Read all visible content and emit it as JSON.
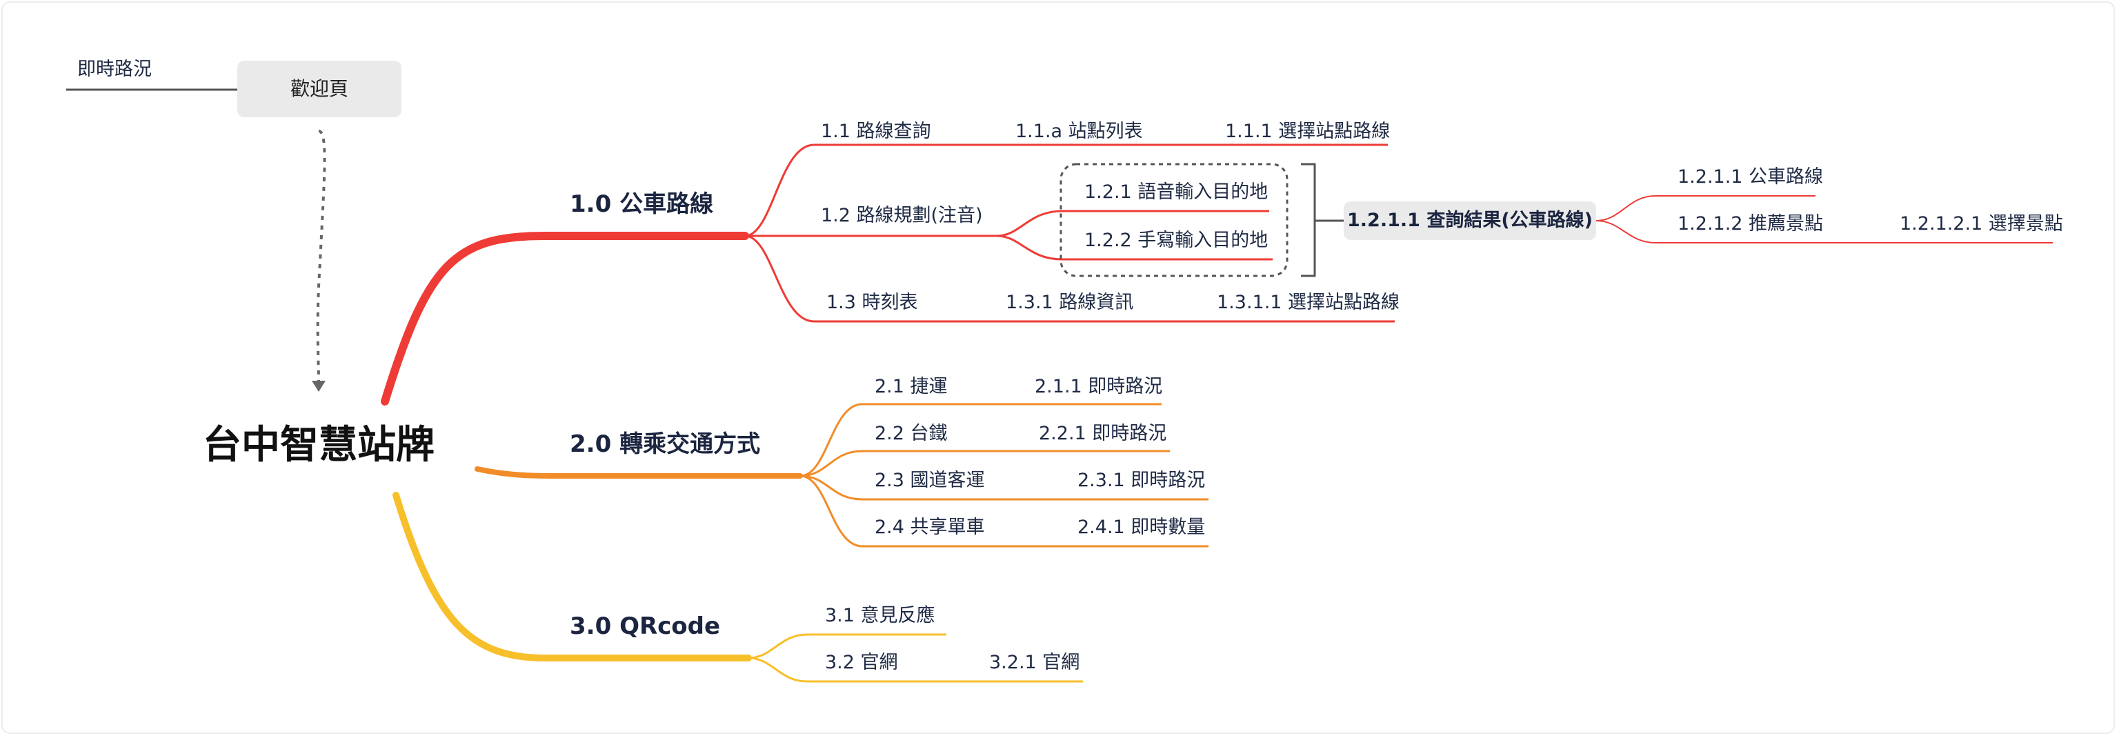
{
  "diagram": {
    "root": "台中智慧站牌",
    "welcome": "歡迎頁",
    "realtime_traffic": "即時路況",
    "branch1": {
      "title": "1.0 公車路線",
      "color": "#ef3b36",
      "n1_1": "1.1 路線查詢",
      "n1_1a": "1.1.a 站點列表",
      "n1_1_1": "1.1.1 選擇站點路線",
      "n1_2": "1.2 路線規劃(注音)",
      "n1_2_1": "1.2.1 語音輸入目的地",
      "n1_2_2": "1.2.2 手寫輸入目的地",
      "n1_2_1_1": "1.2.1.1 查詢結果(公車路線)",
      "n1_2_1_1_1": "1.2.1.1 公車路線",
      "n1_2_1_2": "1.2.1.2 推薦景點",
      "n1_2_1_2_1": "1.2.1.2.1 選擇景點",
      "n1_3": "1.3 時刻表",
      "n1_3_1": "1.3.1 路線資訊",
      "n1_3_1_1": "1.3.1.1 選擇站點路線"
    },
    "branch2": {
      "title": "2.0 轉乘交通方式",
      "color": "#f28c28",
      "n2_1": "2.1 捷運",
      "n2_1_1": "2.1.1 即時路況",
      "n2_2": "2.2 台鐵",
      "n2_2_1": "2.2.1 即時路況",
      "n2_3": "2.3 國道客運",
      "n2_3_1": "2.3.1 即時路況",
      "n2_4": "2.4 共享單車",
      "n2_4_1": "2.4.1 即時數量"
    },
    "branch3": {
      "title": "3.0 QRcode",
      "color": "#f7bf2a",
      "n3_1": "3.1  意見反應",
      "n3_2": "3.2 官網",
      "n3_2_1": "3.2.1 官網"
    }
  }
}
